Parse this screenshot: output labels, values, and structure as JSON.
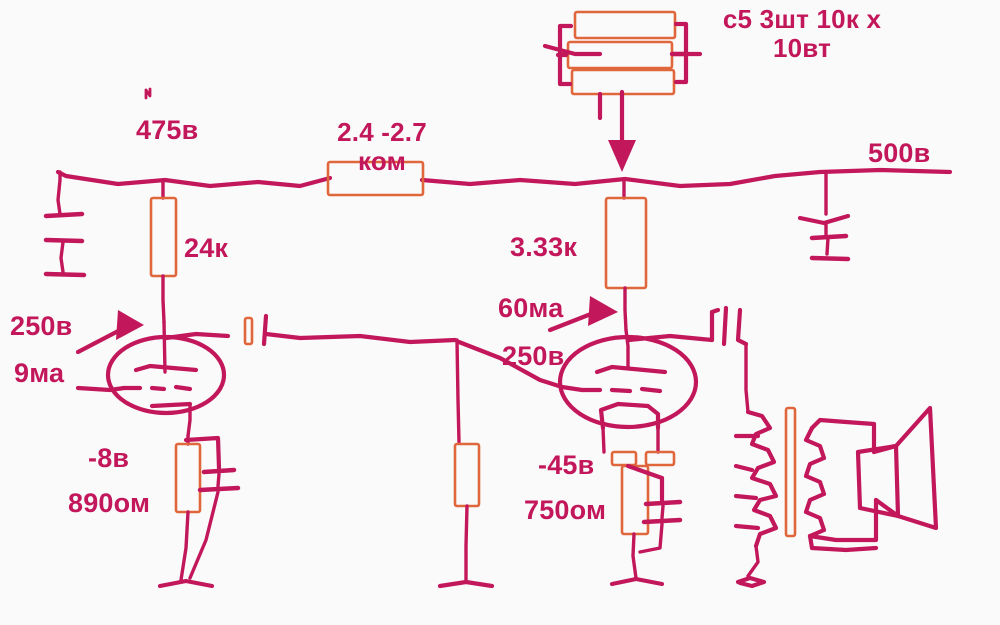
{
  "diagram": {
    "title": "Vacuum tube audio amplifier stage schematic",
    "style": "hand-drawn",
    "background_color": "#fbfafa",
    "wire_color": "#c2185b",
    "resistor_body_color": "#e0663c",
    "text_color": "#c2185b"
  },
  "labels": {
    "ht_supply_voltage": "475в",
    "dropping_resistor": "2.4 -2.7\nком",
    "resistor_bank_note": "с5 3шт 10к х\n10вт",
    "rail_voltage_right": "500в",
    "v1_plate_resistor": "24к",
    "v1_plate_voltage": "250в",
    "v1_plate_current": "9ма",
    "v1_bias_voltage": "-8в",
    "v1_cathode_resistor": "890ом",
    "v2_plate_resistor": "3.33к",
    "v2_plate_current": "60ма",
    "v2_plate_voltage": "250в",
    "v2_bias_voltage": "-45в",
    "v2_cathode_resistor": "750ом"
  },
  "components": {
    "reservoir_capacitor": "filter-capacitor",
    "v1": "triode-valve-first-stage",
    "v2": "output-valve-second-stage",
    "coupling_capacitor": "coupling-capacitor",
    "grid_leak_resistor": "grid-leak-resistor",
    "v1_cathode_bypass_capacitor": "cathode-bypass-capacitor",
    "v2_cathode_bypass_capacitor": "cathode-bypass-capacitor",
    "output_transformer": "output-transformer",
    "loudspeaker": "loudspeaker",
    "parallel_resistor_bank": "parallel-resistor-bank",
    "bank_arrow": "down-arrow-annotation",
    "v1_arrow": "pointer-arrow-annotation",
    "v2_arrow": "pointer-arrow-annotation",
    "right_decoupling_capacitor": "decoupling-capacitor"
  }
}
